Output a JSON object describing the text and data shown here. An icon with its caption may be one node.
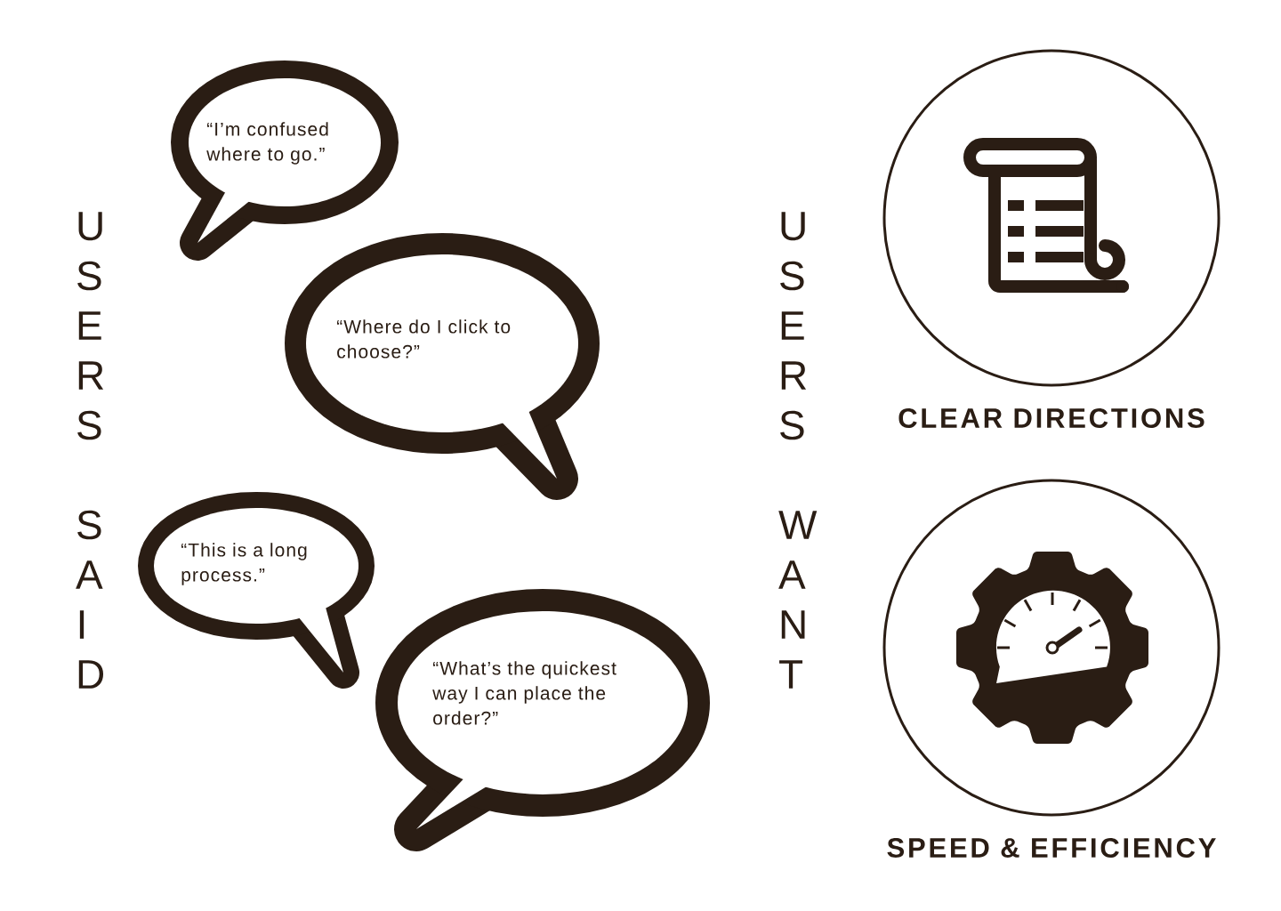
{
  "diagram": {
    "nodes": [
      {
        "text": [
          "“I’m confused where to go.”"
        ]
      },
      {
        "text": [
          "“Where do I click to choose?”"
        ]
      },
      {
        "text": [
          "“This is a long process.”"
        ]
      },
      {
        "text": [
          "“What’s the quickest way I can place the order?”"
        ]
      },
      {
        "text": [
          "CLEAR DIRECTIONS"
        ]
      },
      {
        "text": [
          "SPEED & EFFICIENCY"
        ]
      }
    ],
    "labels": [
      "USERS SAID",
      "USERS WANT"
    ]
  }
}
